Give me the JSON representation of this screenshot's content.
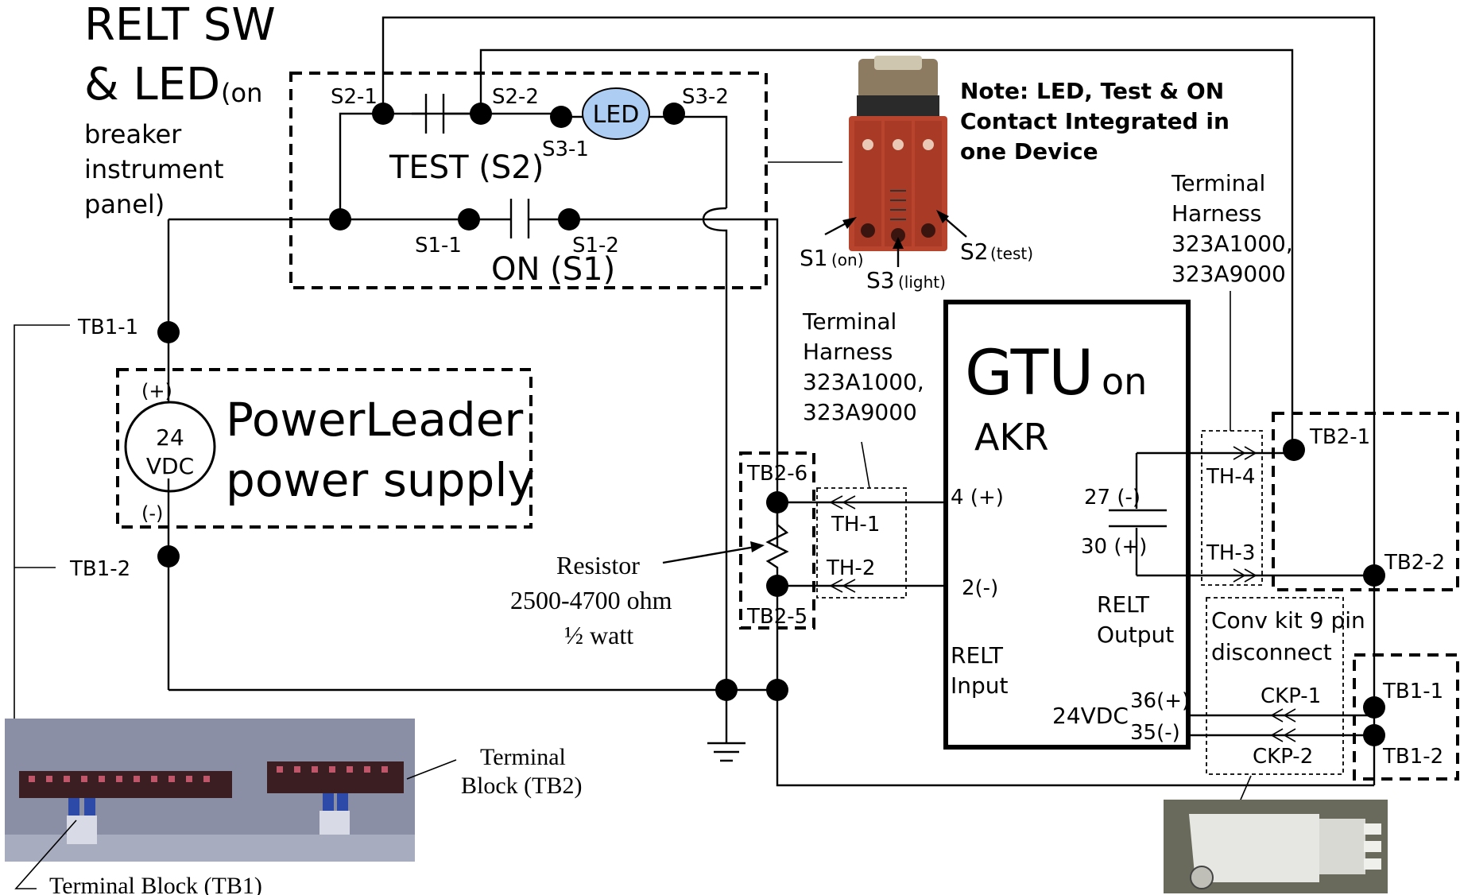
{
  "title": {
    "line1": "RELT SW",
    "line2": "& LED",
    "sub": "(on",
    "line3": "breaker",
    "line4": "instrument",
    "line5": "panel)"
  },
  "switch": {
    "s2_1": "S2-1",
    "s2_2": "S2-2",
    "s3_1": "S3-1",
    "s3_2": "S3-2",
    "led": "LED",
    "test": "TEST (S2)",
    "s1_1": "S1-1",
    "s1_2": "S1-2",
    "on": "ON (S1)"
  },
  "device": {
    "note1": "Note: LED, Test & ON",
    "note2": "Contact Integrated in",
    "note3": "one Device",
    "s1": "S1",
    "s1_sub": "(on)",
    "s2": "S2",
    "s2_sub": "(test)",
    "s3": "S3",
    "s3_sub": "(light)"
  },
  "power": {
    "tb1_1": "TB1-1",
    "tb1_2": "TB1-2",
    "plus": "(+)",
    "minus": "(-)",
    "v1": "24",
    "v2": "VDC",
    "label1": "PowerLeader",
    "label2": "power supply"
  },
  "harness_left": {
    "l1": "Terminal",
    "l2": "Harness",
    "l3": "323A1000,",
    "l4": "323A9000",
    "th1": "TH-1",
    "th2": "TH-2"
  },
  "harness_right": {
    "l1": "Terminal",
    "l2": "Harness",
    "l3": "323A1000,",
    "l4": "323A9000",
    "th4": "TH-4",
    "th3": "TH-3"
  },
  "resistor": {
    "tb2_6": "TB2-6",
    "tb2_5": "TB2-5",
    "l1": "Resistor",
    "l2": "2500-4700 ohm",
    "l3": "½ watt"
  },
  "gtu": {
    "title": "GTU",
    "on": "on",
    "akr": "AKR",
    "p4": "4 (+)",
    "p2": "2(-)",
    "relt_in1": "RELT",
    "relt_in2": "Input",
    "p27": "27 (-)",
    "p30": "30 (+)",
    "relt_out1": "RELT",
    "relt_out2": "Output",
    "v24": "24VDC",
    "p36": "36(+)",
    "p35": "35(-)"
  },
  "right_terms": {
    "tb2_1": "TB2-1",
    "tb2_2": "TB2-2",
    "tb1_1": "TB1-1",
    "tb1_2": "TB1-2",
    "conv1": "Conv kit 9 pin",
    "conv2": "disconnect",
    "ckp1": "CKP-1",
    "ckp2": "CKP-2"
  },
  "photos": {
    "tb2_1": "Terminal",
    "tb2_2": "Block (TB2)",
    "tb1": "Terminal Block (TB1)"
  },
  "colors": {
    "led": "#aecdf3",
    "device_body": "#b9442e",
    "photo_bg": "#8a8fa6",
    "connector_bg": "#6a6a5c"
  }
}
